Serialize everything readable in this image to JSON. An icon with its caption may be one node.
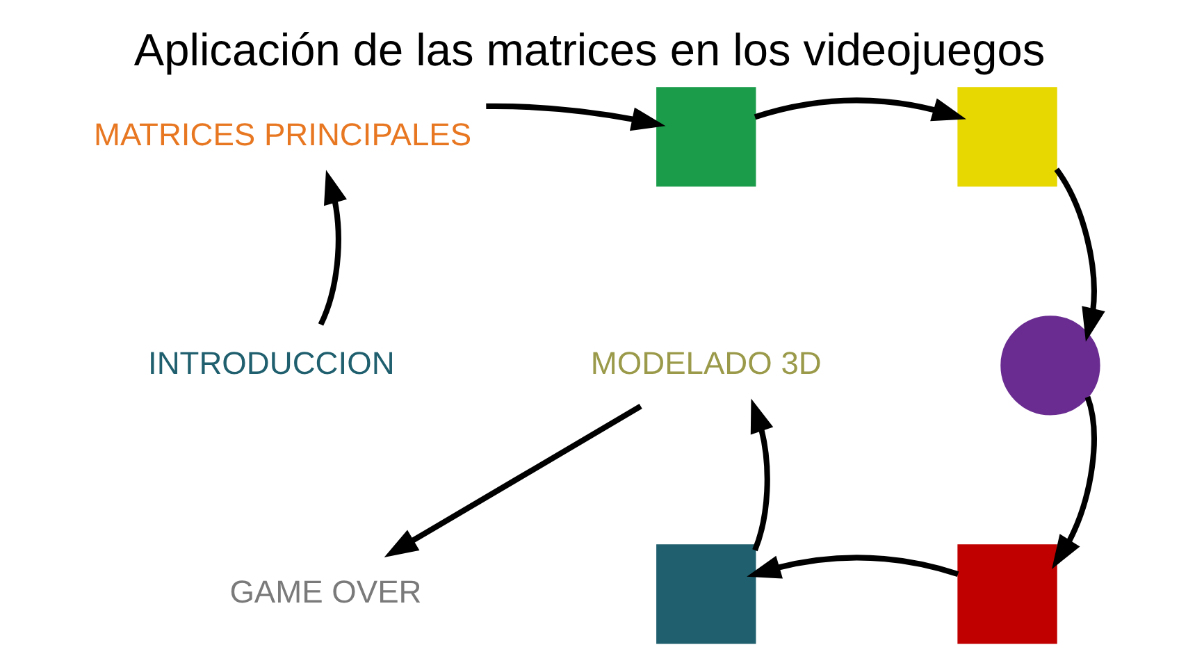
{
  "diagram": {
    "title": "Aplicación de las matrices en los videojuegos",
    "nodes": [
      {
        "text": [
          "INTRODUCCION"
        ]
      },
      {
        "text": [
          "MATRICES PRINCIPALES"
        ]
      },
      {
        "text": [],
        "shape": "box"
      },
      {
        "text": [],
        "shape": "box"
      },
      {
        "text": [],
        "shape": "circle"
      },
      {
        "text": [],
        "shape": "box"
      },
      {
        "text": [],
        "shape": "box"
      },
      {
        "text": [
          "MODELADO 3D"
        ]
      },
      {
        "text": [
          "GAME OVER"
        ]
      }
    ],
    "edges": [
      {
        "from": 0,
        "to": 1,
        "arrow": "to"
      },
      {
        "from": 1,
        "to": 2,
        "arrow": "to"
      },
      {
        "from": 2,
        "to": 3,
        "arrow": "to"
      },
      {
        "from": 3,
        "to": 4,
        "arrow": "to"
      },
      {
        "from": 4,
        "to": 5,
        "arrow": "to"
      },
      {
        "from": 5,
        "to": 6,
        "arrow": "to"
      },
      {
        "from": 6,
        "to": 7,
        "arrow": "to"
      },
      {
        "from": 7,
        "to": 8,
        "arrow": "to"
      }
    ]
  }
}
